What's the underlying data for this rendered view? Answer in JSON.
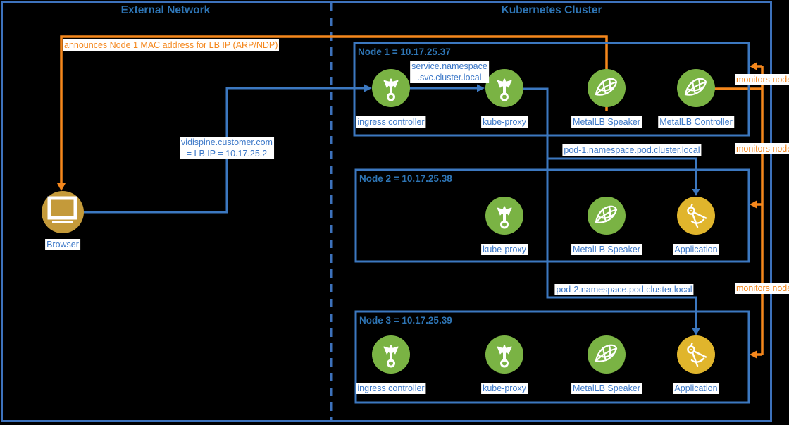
{
  "regions": {
    "external": {
      "title": "External Network"
    },
    "cluster": {
      "title": "Kubernetes Cluster"
    }
  },
  "browser": {
    "label": "Browser"
  },
  "nodes": [
    {
      "title": "Node 1 = 10.17.25.37",
      "components": [
        "ingress controller",
        "kube-proxy",
        "MetalLB Speaker",
        "MetalLB Controller"
      ]
    },
    {
      "title": "Node 2 = 10.17.25.38",
      "components": [
        "kube-proxy",
        "MetalLB Speaker",
        "Application"
      ]
    },
    {
      "title": "Node 3 = 10.17.25.39",
      "components": [
        "ingress controller",
        "kube-proxy",
        "MetalLB Speaker",
        "Application"
      ]
    }
  ],
  "labels": {
    "announce": "announces Node 1 MAC address for LB IP (ARP/NDP)",
    "service_dns": [
      "service.namespace",
      ".svc.cluster.local"
    ],
    "lb_dns": [
      "vidispine.customer.com",
      "= LB IP = 10.17.25.2"
    ],
    "pod1_dns": "pod-1.namespace.pod.cluster.local",
    "pod2_dns": "pod-2.namespace.pod.cluster.local",
    "monitors": "monitors node"
  },
  "icons": {
    "route": "branching-arrows-icon (ingress controller / kube-proxy)",
    "net": "metallb-net-icon (MetalLB Speaker / Controller)",
    "compass": "compass-icon (Application)",
    "monitor": "monitor-icon (Browser)"
  },
  "colors": {
    "background": "#000000",
    "border_blue": "#3d72bc",
    "connector_blue": "#3c78c0",
    "title_blue": "#2e75b5",
    "label_blue": "#3c78c8",
    "orange": "#f5871c",
    "green": "#7ab344",
    "app_yellow": "#e0b52c",
    "browser_gold": "#c49a3a",
    "label_background": "#ffffff"
  }
}
